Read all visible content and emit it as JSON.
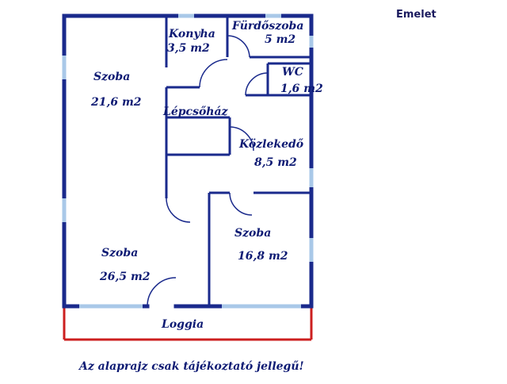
{
  "floor_label": "Emelet",
  "disclaimer": "Az alaprajz csak tájékoztató jellegű!",
  "colors": {
    "wall": "#1a2a8c",
    "window": "#a9c8e8",
    "loggia": "#cc1f1f",
    "text": "#0d1a73"
  },
  "rooms": [
    {
      "id": "szoba-1",
      "name": "Szoba",
      "area": "21,6 m2"
    },
    {
      "id": "konyha",
      "name": "Konyha",
      "area": "3,5 m2"
    },
    {
      "id": "furdoszoba",
      "name": "Fürdőszoba",
      "area": "5 m2"
    },
    {
      "id": "wc",
      "name": "WC",
      "area": "1,6 m2"
    },
    {
      "id": "lepcsohaz",
      "name": "Lépcsőház",
      "area": ""
    },
    {
      "id": "kozlekedo",
      "name": "Közlekedő",
      "area": "8,5 m2"
    },
    {
      "id": "szoba-2",
      "name": "Szoba",
      "area": "16,8 m2"
    },
    {
      "id": "szoba-3",
      "name": "Szoba",
      "area": "26,5 m2"
    },
    {
      "id": "loggia",
      "name": "Loggia",
      "area": ""
    }
  ]
}
